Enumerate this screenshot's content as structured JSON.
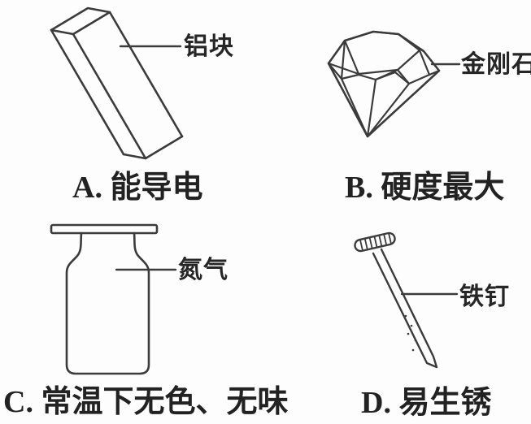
{
  "figure": {
    "type": "textbook-line-drawing",
    "background": "#fdfdfd",
    "ink_color": "#3b3b3b",
    "text_color": "#262626",
    "items": [
      {
        "letter": "A",
        "object_label": "铝块",
        "caption": "A. 能导电"
      },
      {
        "letter": "B",
        "object_label": "金刚石",
        "caption": "B. 硬度最大"
      },
      {
        "letter": "C",
        "object_label": "氮气",
        "caption": "C. 常温下无色、无味"
      },
      {
        "letter": "D",
        "object_label": "铁钉",
        "caption": "D. 易生锈"
      }
    ]
  }
}
